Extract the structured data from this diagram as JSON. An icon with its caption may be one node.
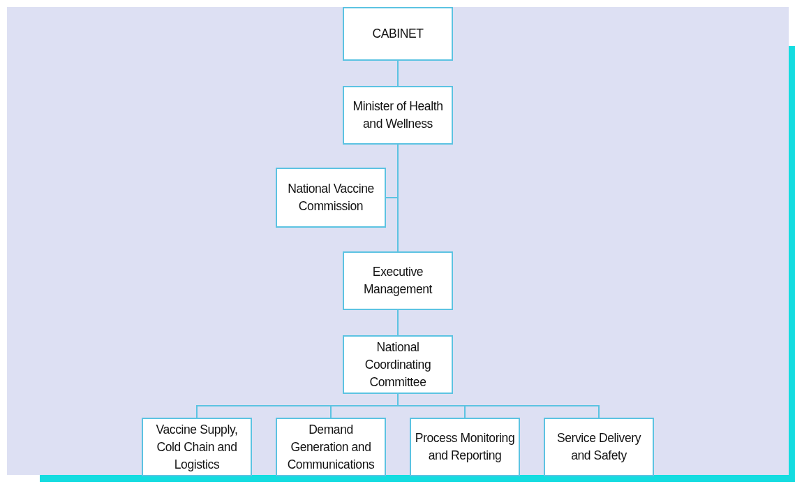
{
  "diagram": {
    "nodes": [
      {
        "text": [
          "CABINET"
        ]
      },
      {
        "text": [
          "Minister of Health and Wellness"
        ]
      },
      {
        "text": [
          "National Vaccine Commission"
        ]
      },
      {
        "text": [
          "Executive Management"
        ]
      },
      {
        "text": [
          "National Coordinating Committee"
        ]
      },
      {
        "text": [
          "Vaccine Supply, Cold Chain and Logistics"
        ]
      },
      {
        "text": [
          "Demand Generation and Communications"
        ]
      },
      {
        "text": [
          "Process Monitoring and Reporting"
        ]
      },
      {
        "text": [
          "Service Delivery and Safety"
        ]
      }
    ],
    "edges": [
      {
        "from": 0,
        "to": 1,
        "arrow": "none"
      },
      {
        "from": 1,
        "to": 2,
        "arrow": "none"
      },
      {
        "from": 1,
        "to": 3,
        "arrow": "none"
      },
      {
        "from": 3,
        "to": 4,
        "arrow": "none"
      },
      {
        "from": 4,
        "to": 5,
        "arrow": "none"
      },
      {
        "from": 4,
        "to": 6,
        "arrow": "none"
      },
      {
        "from": 4,
        "to": 7,
        "arrow": "none"
      },
      {
        "from": 4,
        "to": 8,
        "arrow": "none"
      }
    ]
  }
}
